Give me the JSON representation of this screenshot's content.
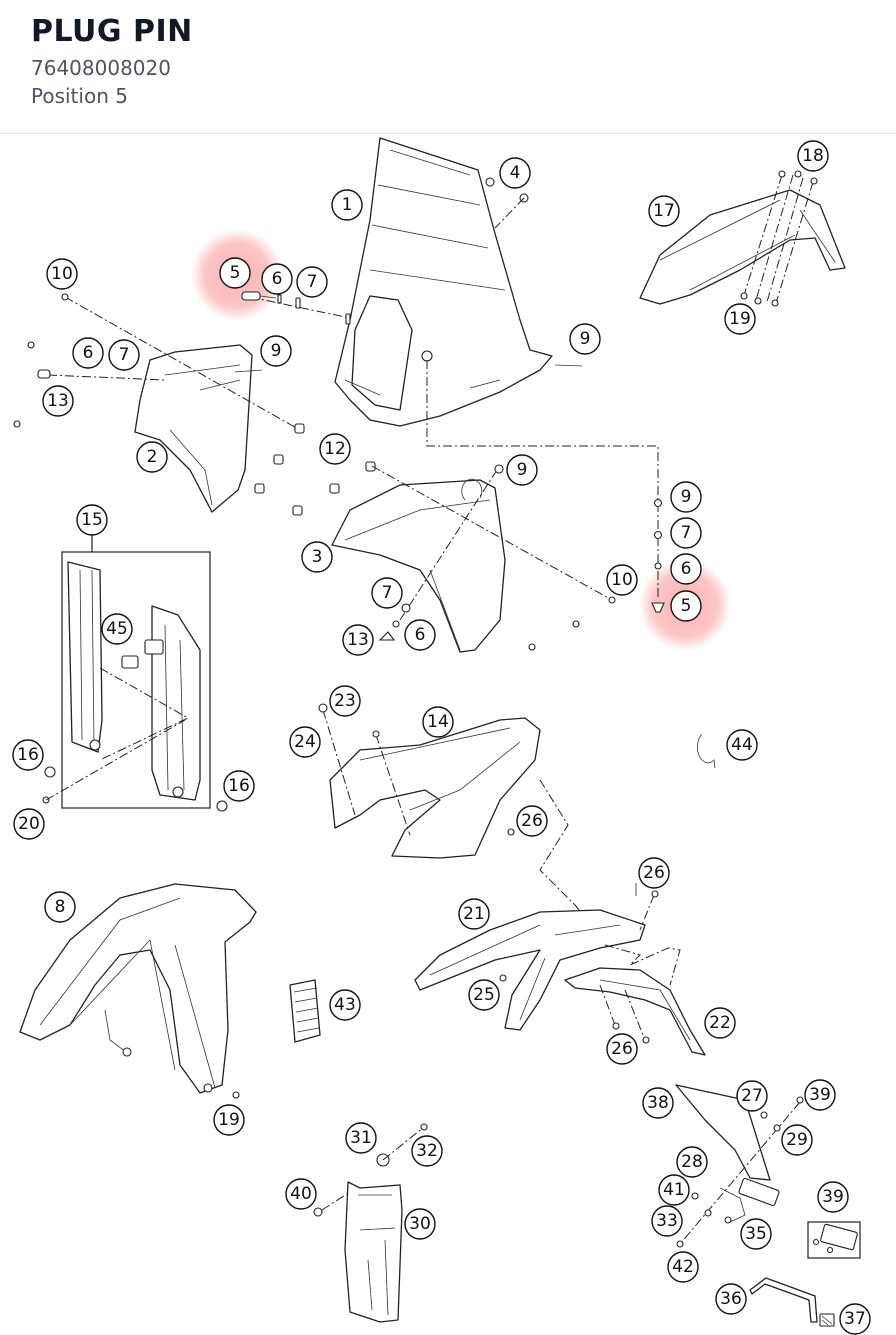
{
  "header": {
    "title": "PLUG PIN",
    "part_number": "76408008020",
    "position": "Position 5"
  },
  "highlight": {
    "color": "#f87171",
    "position_number": "5"
  },
  "callouts": {
    "c1": "1",
    "c2": "2",
    "c3": "3",
    "c4": "4",
    "c5": "5",
    "c6": "6",
    "c7": "7",
    "c8": "8",
    "c9": "9",
    "c10": "10",
    "c12": "12",
    "c13": "13",
    "c14": "14",
    "c15": "15",
    "c16": "16",
    "c17": "17",
    "c18": "18",
    "c19": "19",
    "c20": "20",
    "c21": "21",
    "c22": "22",
    "c23": "23",
    "c24": "24",
    "c25": "25",
    "c26": "26",
    "c27": "27",
    "c28": "28",
    "c29": "29",
    "c30": "30",
    "c31": "31",
    "c32": "32",
    "c33": "33",
    "c35": "35",
    "c36": "36",
    "c37": "37",
    "c38": "38",
    "c39": "39",
    "c40": "40",
    "c41": "41",
    "c42": "42",
    "c43": "43",
    "c44": "44",
    "c45": "45"
  }
}
